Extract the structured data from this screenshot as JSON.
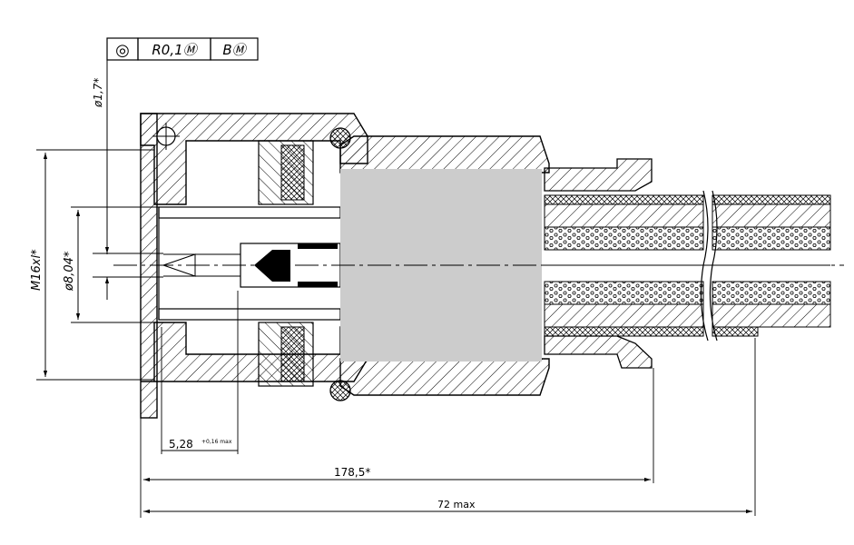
{
  "tolerance_frame": {
    "symbol": "◎",
    "tolerance": "R0,1Ⓜ",
    "datum": "BⓂ"
  },
  "dimensions": {
    "pin_diameter": "ø1,7*",
    "thread": "M16xl*",
    "bore_diameter": "ø8,04*",
    "pin_depth": "5,28",
    "pin_depth_tolerance": "+0,16 max",
    "length_to_flange": "178,5*",
    "overall_length": "72 max"
  },
  "colors": {
    "line": "#000000",
    "masked_region": "#cccccc"
  }
}
